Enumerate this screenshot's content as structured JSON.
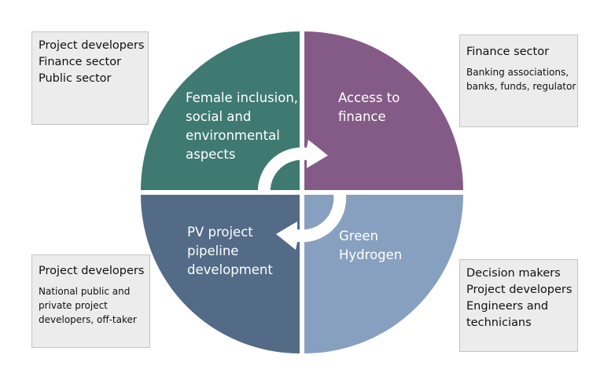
{
  "colors": {
    "social": "#3f7a72",
    "finance": "#845b86",
    "pv": "#536b87",
    "hydrogen": "#87a0bf",
    "box_fill": "#ececec",
    "box_border": "#c4c4c4"
  },
  "quadrants": {
    "social": {
      "lines": [
        "Female inclusion,",
        "social and",
        "environmental",
        "aspects"
      ]
    },
    "finance": {
      "lines": [
        "Access to",
        "finance"
      ]
    },
    "pv": {
      "lines": [
        "PV project",
        "pipeline",
        "development"
      ]
    },
    "hydrogen": {
      "lines": [
        "Green",
        "Hydrogen"
      ]
    }
  },
  "boxes": {
    "top_left": {
      "lines": [
        "Project developers",
        "Finance sector",
        "Public sector"
      ]
    },
    "top_right": {
      "heading": "Finance sector",
      "detail": [
        "Banking associations,",
        "banks, funds, regulator"
      ]
    },
    "bottom_left": {
      "heading": "Project developers",
      "detail": [
        "National public and",
        "private  project",
        "developers, off-taker"
      ]
    },
    "bottom_right": {
      "lines": [
        "Decision makers",
        "Project developers",
        "Engineers and",
        "technicians"
      ]
    }
  },
  "center_icon": "circular-arrows-icon"
}
